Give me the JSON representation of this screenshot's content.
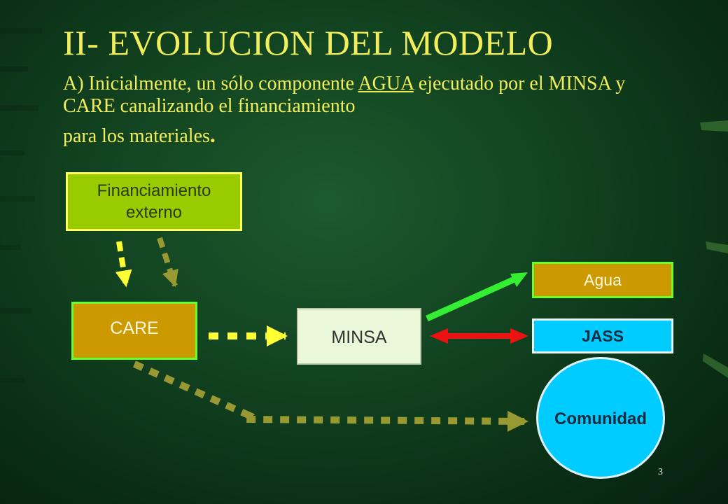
{
  "slide": {
    "title": "II- EVOLUCION DEL MODELO",
    "subtitle": {
      "part1": "A) Inicialmente, un sólo componente ",
      "agua_underlined": "AGUA",
      "part2": " ejecutado por el MINSA y CARE canalizando el financiamiento",
      "line3": "para los materiales",
      "period": "."
    },
    "page_number": "3"
  },
  "diagram": {
    "nodes": {
      "financiamiento": "Financiamiento externo",
      "care": "CARE",
      "minsa": "MINSA",
      "agua": "Agua",
      "jass": "JASS",
      "comunidad": "Comunidad"
    }
  },
  "colors": {
    "title_yellow": "#f2ed5a",
    "financiamiento_fill": "#99cc00",
    "care_fill": "#cc9900",
    "minsa_fill": "#e8f8d8",
    "jass_fill": "#00ccff",
    "arrow_yellow": "#ffff33",
    "arrow_olive": "#999933",
    "arrow_green": "#33ee33",
    "arrow_red": "#ee1111"
  }
}
